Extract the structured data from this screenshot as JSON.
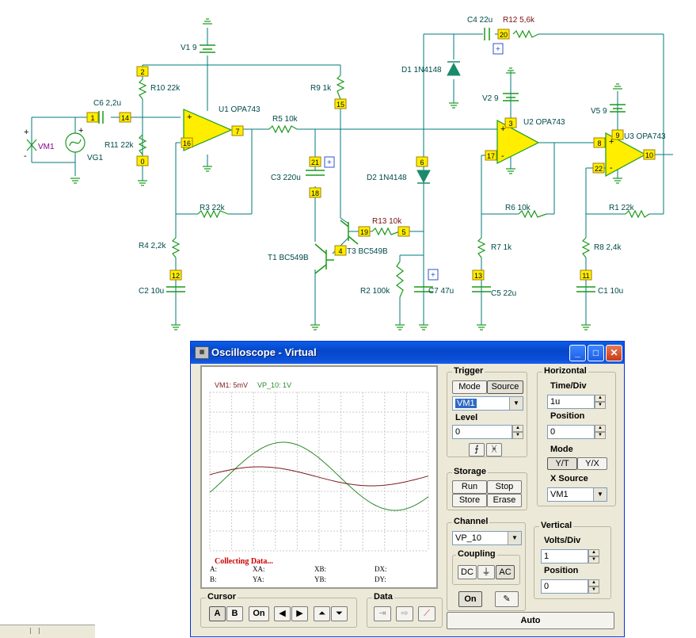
{
  "schematic": {
    "components": {
      "v1": "V1 9",
      "r10": "R10 22k",
      "c6": "C6 2,2u",
      "r11": "R11 22k",
      "vm1": "VM1",
      "vg1": "VG1",
      "u1": "U1 OPA743",
      "r5": "R5 10k",
      "r3": "R3 22k",
      "r4": "R4 2,2k",
      "c2": "C2 10u",
      "r9": "R9 1k",
      "c3": "C3 220u",
      "t1": "T1 BC549B",
      "t3": "T3 BC549B",
      "r13": "R13 10k",
      "r2": "R2 100k",
      "c7": "C7 47u",
      "d2": "D2 1N4148",
      "d1": "D1 1N4148",
      "c4": "C4 22u",
      "r12": "R12 5,6k",
      "v2": "V2 9",
      "u2": "U2 OPA743",
      "r6": "R6 10k",
      "r7": "R7 1k",
      "c5": "C5 22u",
      "v5": "V5 9",
      "u3": "U3 OPA743",
      "r1": "R1 22k",
      "r8": "R8 2,4k",
      "c1": "C1 10u"
    },
    "nodes": {
      "n2": "2",
      "n1": "1",
      "n14": "14",
      "n0": "0",
      "n16": "16",
      "n7": "7",
      "n12": "12",
      "n15": "15",
      "n21": "21",
      "n18": "18",
      "n19": "19",
      "n4": "4",
      "n5": "5",
      "n6": "6",
      "n20": "20",
      "n3": "3",
      "n17": "17",
      "n13": "13",
      "n9": "9",
      "n8": "8",
      "n22": "22",
      "n10": "10",
      "n11": "11"
    },
    "signs": {
      "plus": "+",
      "minus": "-"
    }
  },
  "oscilloscope": {
    "title": "Oscilloscope - Virtual",
    "screen": {
      "legend_vm1": "VM1: 5mV",
      "legend_vp10": "VP_10: 1V",
      "status": "Collecting Data...",
      "readouts": {
        "a": "A:",
        "b": "B:",
        "xa": "XA:",
        "ya": "YA:",
        "xb": "XB:",
        "yb": "YB:",
        "dx": "DX:",
        "dy": "DY:"
      }
    },
    "trigger": {
      "title": "Trigger",
      "mode": "Mode",
      "source": "Source",
      "source_value": "VM1",
      "level_label": "Level",
      "level_value": "0"
    },
    "horizontal": {
      "title": "Horizontal",
      "time_div_label": "Time/Div",
      "time_div_value": "1u",
      "position_label": "Position",
      "position_value": "0",
      "mode_label": "Mode",
      "mode_yt": "Y/T",
      "mode_yx": "Y/X",
      "x_source_label": "X Source",
      "x_source_value": "VM1"
    },
    "storage": {
      "title": "Storage",
      "run": "Run",
      "stop": "Stop",
      "store": "Store",
      "erase": "Erase"
    },
    "channel": {
      "title": "Channel",
      "value": "VP_10",
      "coupling_title": "Coupling",
      "dc": "DC",
      "ac": "AC",
      "on": "On"
    },
    "vertical": {
      "title": "Vertical",
      "volts_div_label": "Volts/Div",
      "volts_div_value": "1",
      "position_label": "Position",
      "position_value": "0"
    },
    "cursor": {
      "title": "Cursor",
      "a": "A",
      "b": "B",
      "on": "On"
    },
    "data": {
      "title": "Data"
    },
    "auto": "Auto"
  },
  "colors": {
    "wire": "#007a7a",
    "component": "#1a9a1a",
    "opamp": "#ffee00",
    "node": "#ffee00",
    "trace_vm1": "#7a1a1a",
    "trace_vp10": "#2a8a2a",
    "status": "#cc0000",
    "titlebar": "#0a4fd8"
  }
}
